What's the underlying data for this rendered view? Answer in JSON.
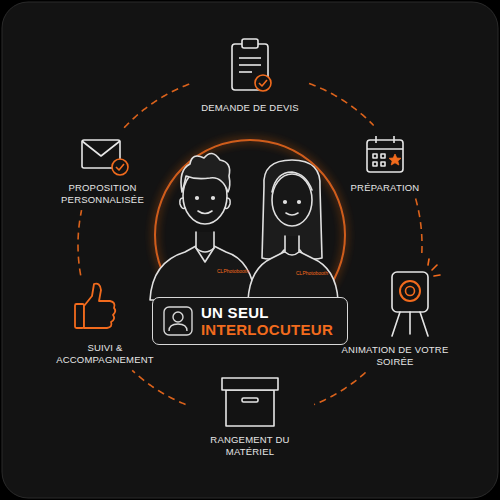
{
  "diagram": {
    "nodes": [
      {
        "text": [
          "DEMANDE DE DEVIS"
        ]
      },
      {
        "text": [
          "PRÉPARATION"
        ]
      },
      {
        "text": [
          "ANIMATION DE VOTRE SOIRÉE"
        ]
      },
      {
        "text": [
          "RANGEMENT DU MATÉRIEL"
        ]
      },
      {
        "text": [
          "SUIVI & ACCOMPAGNEMENT"
        ]
      },
      {
        "text": [
          "PROPOSITION PERSONNALISÉE"
        ]
      },
      {
        "text": [
          "UN SEUL",
          "INTERLOCUTEUR"
        ]
      }
    ],
    "edges": [
      {
        "from": 0,
        "to": 1,
        "arrow": "none"
      },
      {
        "from": 1,
        "to": 2,
        "arrow": "none"
      },
      {
        "from": 2,
        "to": 3,
        "arrow": "none"
      },
      {
        "from": 3,
        "to": 4,
        "arrow": "none"
      },
      {
        "from": 4,
        "to": 5,
        "arrow": "none"
      },
      {
        "from": 5,
        "to": 0,
        "arrow": "none"
      }
    ],
    "labels": [
      "CLPhotobooth",
      "CLPhotobooth"
    ]
  }
}
